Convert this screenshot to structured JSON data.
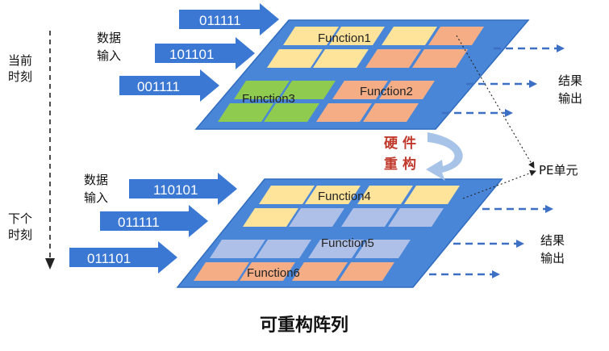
{
  "time_labels": {
    "current": [
      "当前",
      "时刻"
    ],
    "next": [
      "下个",
      "时刻"
    ]
  },
  "data_input_label": [
    "数据",
    "输入"
  ],
  "result_output_label": [
    "结果",
    "输出"
  ],
  "reconfig_label": [
    "硬件",
    "重构"
  ],
  "pe_label": "PE单元",
  "caption": "可重构阵列",
  "top_array": {
    "inputs": [
      "011111",
      "101101",
      "001111"
    ],
    "functions": [
      "Function1",
      "Function2",
      "Function3"
    ]
  },
  "bottom_array": {
    "inputs": [
      "110101",
      "011111",
      "011101"
    ],
    "functions": [
      "Function4",
      "Function5",
      "Function6"
    ]
  },
  "colors": {
    "platform": "#4a86d8",
    "platform_edge": "#2f6bbf",
    "yellow": "#fde49a",
    "orange": "#f5ad86",
    "green": "#8fcb4f",
    "lavender": "#aec0e8",
    "arrow": "#3b78d4",
    "dashed": "#3d6fc4",
    "reconfig_arrow": "#a7c3e8"
  }
}
